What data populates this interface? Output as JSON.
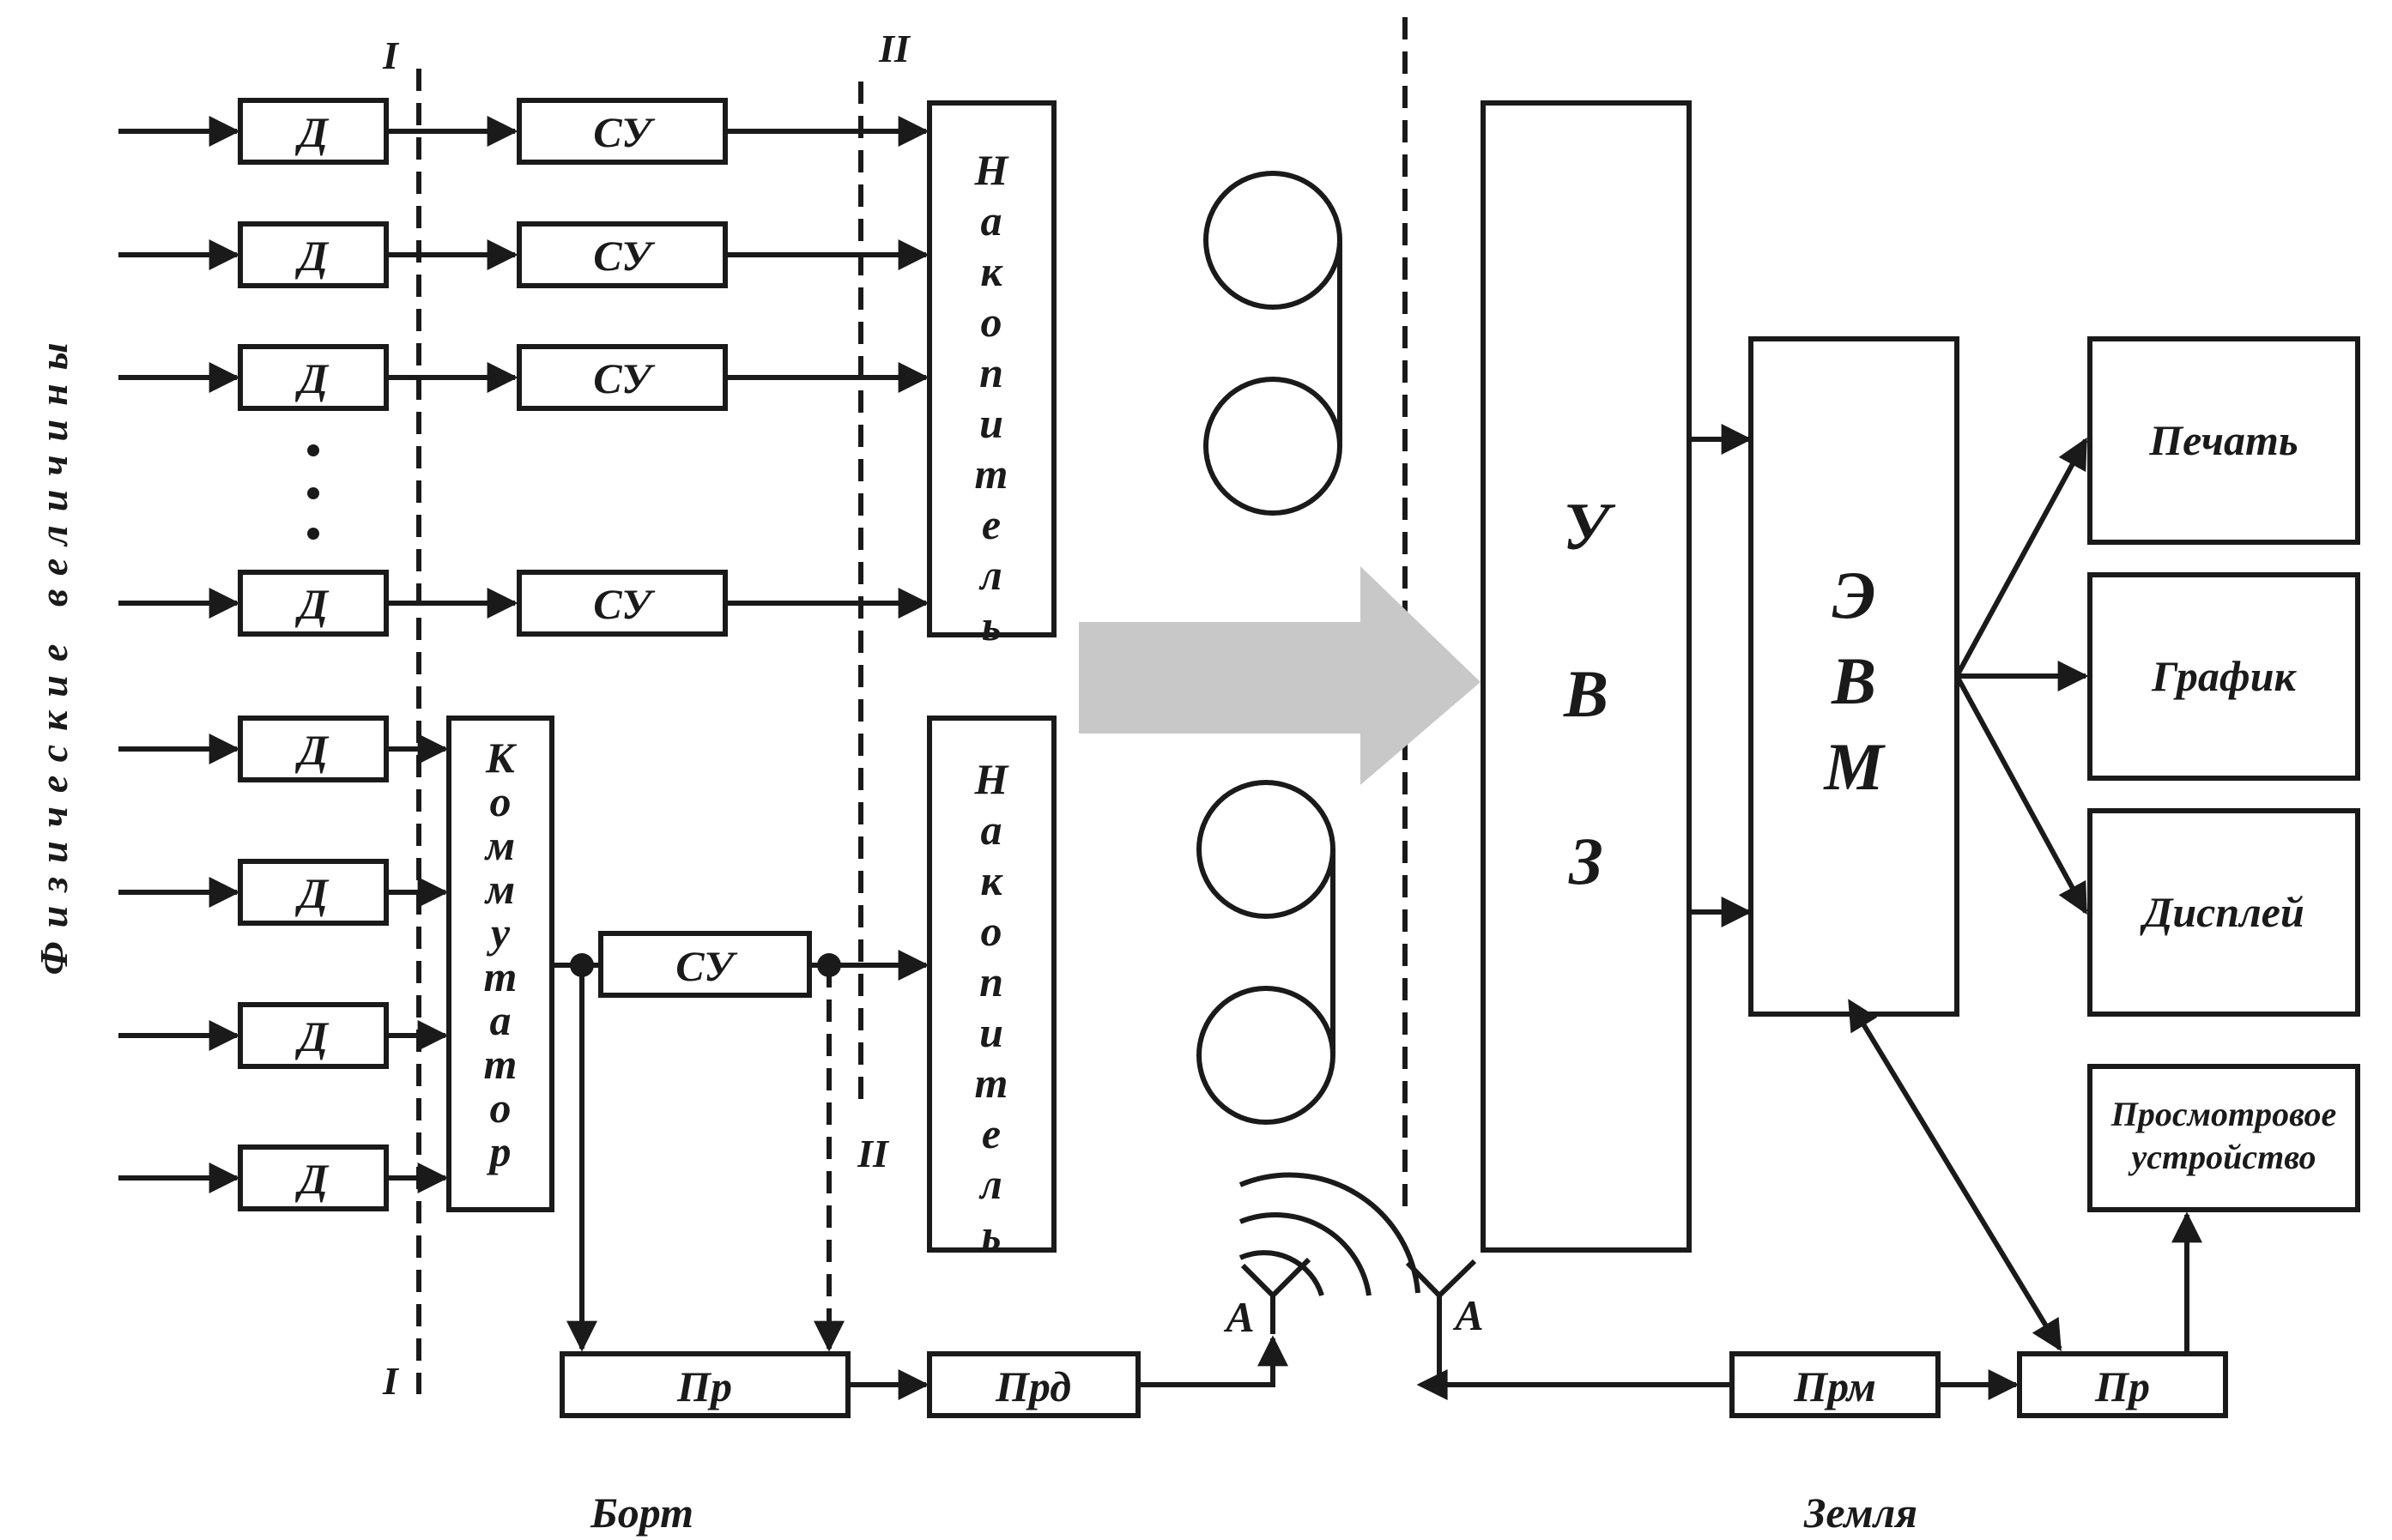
{
  "side_label": "Физические величины",
  "cut_lines": {
    "first": "I",
    "second": "II"
  },
  "sensor": "Д",
  "norm": "СУ",
  "accumulator": "Накопитель",
  "commutator": "Коммутатор",
  "encoder": "Пр",
  "transmitter": "Прд",
  "antenna": "А",
  "input_unit": "УВЗ",
  "computer": "ЭВМ",
  "outputs": [
    "Печать",
    "График",
    "Дисплей"
  ],
  "viewer": [
    "Просмотровое",
    "устройство"
  ],
  "receiver": "Прм",
  "decoder": "Пр",
  "footer": {
    "board": "Борт",
    "ground": "Земля"
  },
  "colors": {
    "line": "#1a1a1a",
    "transfer_arrow": "#c8c8c8"
  }
}
